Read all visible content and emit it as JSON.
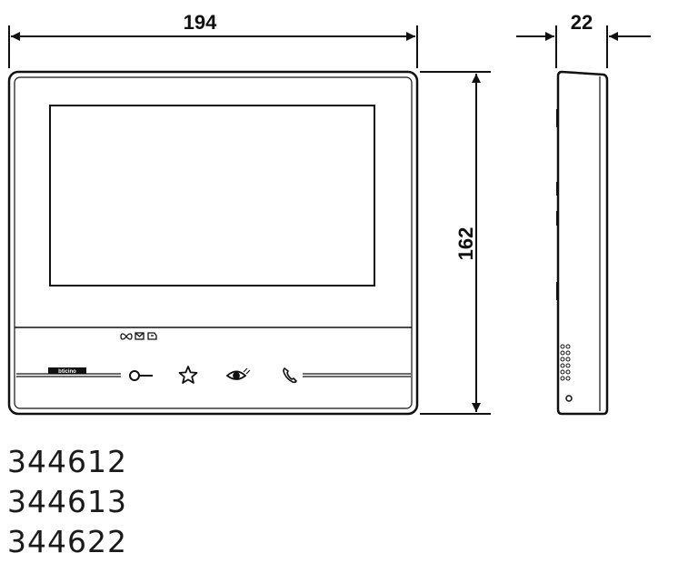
{
  "dimensions": {
    "width": "194",
    "depth": "22",
    "height": "162"
  },
  "brand_logo": "bticino",
  "front_icons": {
    "status": [
      "infinity-icon",
      "envelope-icon",
      "door-icon"
    ],
    "buttons": [
      "key-icon",
      "star-icon",
      "eye-icon",
      "phone-icon"
    ]
  },
  "product_codes": [
    "344612",
    "344613",
    "344622"
  ]
}
